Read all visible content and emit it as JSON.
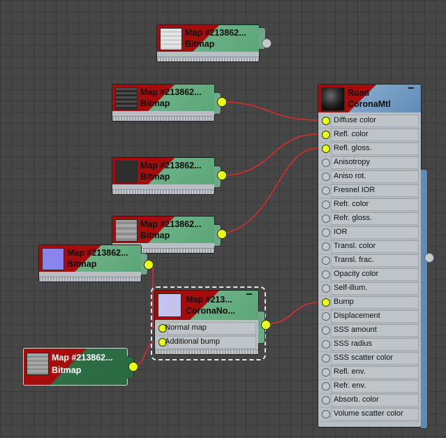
{
  "nodes": {
    "n1": {
      "title": "Map #213862...",
      "type": "Bitmap"
    },
    "n2": {
      "title": "Map #213862...",
      "type": "Bitmap"
    },
    "n3": {
      "title": "Map #213862...",
      "type": "Bitmap"
    },
    "n4": {
      "title": "Map #213862...",
      "type": "Bitmap"
    },
    "n5": {
      "title": "Map #213862...",
      "type": "Bitmap"
    },
    "n6": {
      "title": "Map #213862...",
      "type": "Bitmap"
    },
    "normal": {
      "title": "Map #213...",
      "type": "CoronaNo...",
      "slots": [
        "Normal map",
        "Additional bump"
      ]
    },
    "mtl": {
      "title": "Road",
      "type": "CoronaMtl",
      "slots": [
        "Diffuse color",
        "Refl. color",
        "Refl. gloss.",
        "Anisotropy",
        "Aniso rot.",
        "Fresnel IOR",
        "Refr. color",
        "Refr. gloss.",
        "IOR",
        "Transl. color",
        "Transl. frac.",
        "Opacity color",
        "Self-illum.",
        "Bump",
        "Displacement",
        "SSS amount",
        "SSS radius",
        "SSS scatter color",
        "Refl. env.",
        "Refr. env.",
        "Absorb. color",
        "Volume scatter color"
      ]
    }
  },
  "colors": {
    "wire": "#e02a2a",
    "socket_active": "#e8ff18",
    "accent_green": "#5aa676",
    "accent_blue": "#5f8bb6",
    "header_red": "#a50d0d"
  },
  "icons": [
    "thumbnail-icon",
    "minimize-icon",
    "socket-icon"
  ]
}
